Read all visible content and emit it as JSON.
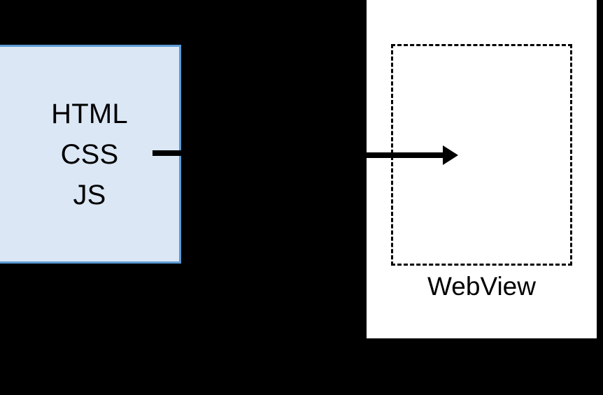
{
  "diagram": {
    "title": "WebView architecture diagram",
    "background_color": "#000000",
    "source_box": {
      "name": "web-assets-box",
      "fill_color": "#DCE7F5",
      "border_color": "#5B9BD5",
      "lines": [
        {
          "label": "HTML"
        },
        {
          "label": "CSS"
        },
        {
          "label": "JS"
        }
      ]
    },
    "device_box": {
      "name": "device-panel",
      "fill_color": "#FFFFFF"
    },
    "webview_region": {
      "name": "webview-area",
      "caption": "WebView",
      "border_style": "dashed",
      "border_color": "#000000"
    },
    "connector": {
      "name": "load-connector",
      "color": "#000000",
      "arrow_direction": "right"
    }
  }
}
